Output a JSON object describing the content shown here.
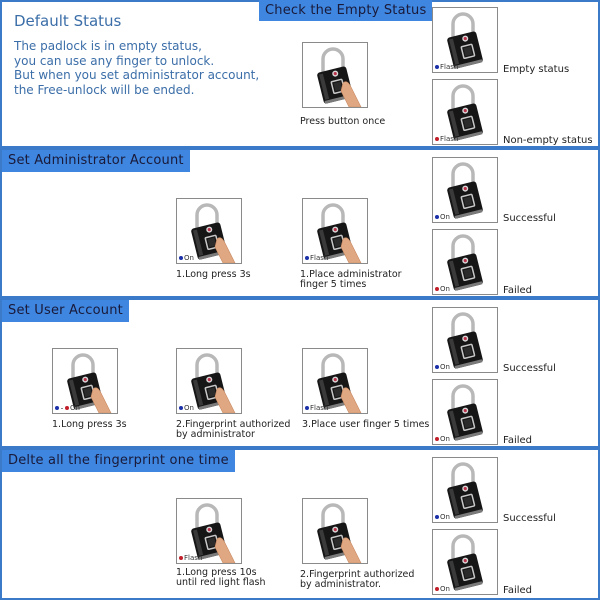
{
  "sections": [
    {
      "title": "Check the Empty Status",
      "default_title": "Default Status",
      "default_desc": "The padlock is in empty status,\nyou can use any finger to unlock.\nBut when you set administrator account,\nthe Free-unlock will be ended.",
      "steps": [
        {
          "caption": "Press button once",
          "indicator": {
            "dots": [],
            "label": ""
          },
          "finger": true
        }
      ],
      "results": [
        {
          "label": "Empty status",
          "indicator": {
            "dots": [
              "blue"
            ],
            "label": "Flash"
          }
        },
        {
          "label": "Non-empty status",
          "indicator": {
            "dots": [
              "red"
            ],
            "label": "Flash"
          }
        }
      ]
    },
    {
      "title": "Set Administrator Account",
      "steps": [
        {
          "caption": "1.Long press 3s",
          "indicator": {
            "dots": [
              "blue"
            ],
            "label": "On"
          },
          "finger": true
        },
        {
          "caption": "1.Place administrator\nfinger 5 times",
          "indicator": {
            "dots": [
              "blue"
            ],
            "label": "Flash"
          },
          "finger": true
        }
      ],
      "results": [
        {
          "label": "Successful",
          "indicator": {
            "dots": [
              "blue"
            ],
            "label": "On"
          }
        },
        {
          "label": "Failed",
          "indicator": {
            "dots": [
              "red"
            ],
            "label": "On"
          }
        }
      ]
    },
    {
      "title": "Set User Account",
      "steps": [
        {
          "caption": "1.Long press 3s",
          "indicator": {
            "dots": [
              "blue",
              "red"
            ],
            "label": "On"
          },
          "finger": true
        },
        {
          "caption": "2.Fingerprint authorized\nby administrator",
          "indicator": {
            "dots": [
              "blue"
            ],
            "label": "On"
          },
          "finger": true
        },
        {
          "caption": "3.Place user finger 5 times",
          "indicator": {
            "dots": [
              "blue"
            ],
            "label": "Flash"
          },
          "finger": true
        }
      ],
      "results": [
        {
          "label": "Successful",
          "indicator": {
            "dots": [
              "blue"
            ],
            "label": "On"
          }
        },
        {
          "label": "Failed",
          "indicator": {
            "dots": [
              "red"
            ],
            "label": "On"
          }
        }
      ]
    },
    {
      "title": "Delte all the fingerprint one time",
      "steps": [
        {
          "caption": "1.Long press 10s\nuntil red light flash",
          "indicator": {
            "dots": [
              "red"
            ],
            "label": "Flash"
          },
          "finger": true
        },
        {
          "caption": "2.Fingerprint authorized\nby administrator.",
          "indicator": {
            "dots": [],
            "label": ""
          },
          "finger": true
        }
      ],
      "results": [
        {
          "label": "Successful",
          "indicator": {
            "dots": [
              "blue"
            ],
            "label": "On"
          }
        },
        {
          "label": "Failed",
          "indicator": {
            "dots": [
              "red"
            ],
            "label": "On"
          }
        }
      ]
    }
  ],
  "colors": {
    "header_bg": "#3e86df",
    "border": "#3b79c9",
    "default_text": "#3b6ea8",
    "dot_blue": "#1a2fa8",
    "dot_red": "#c21e2a"
  }
}
